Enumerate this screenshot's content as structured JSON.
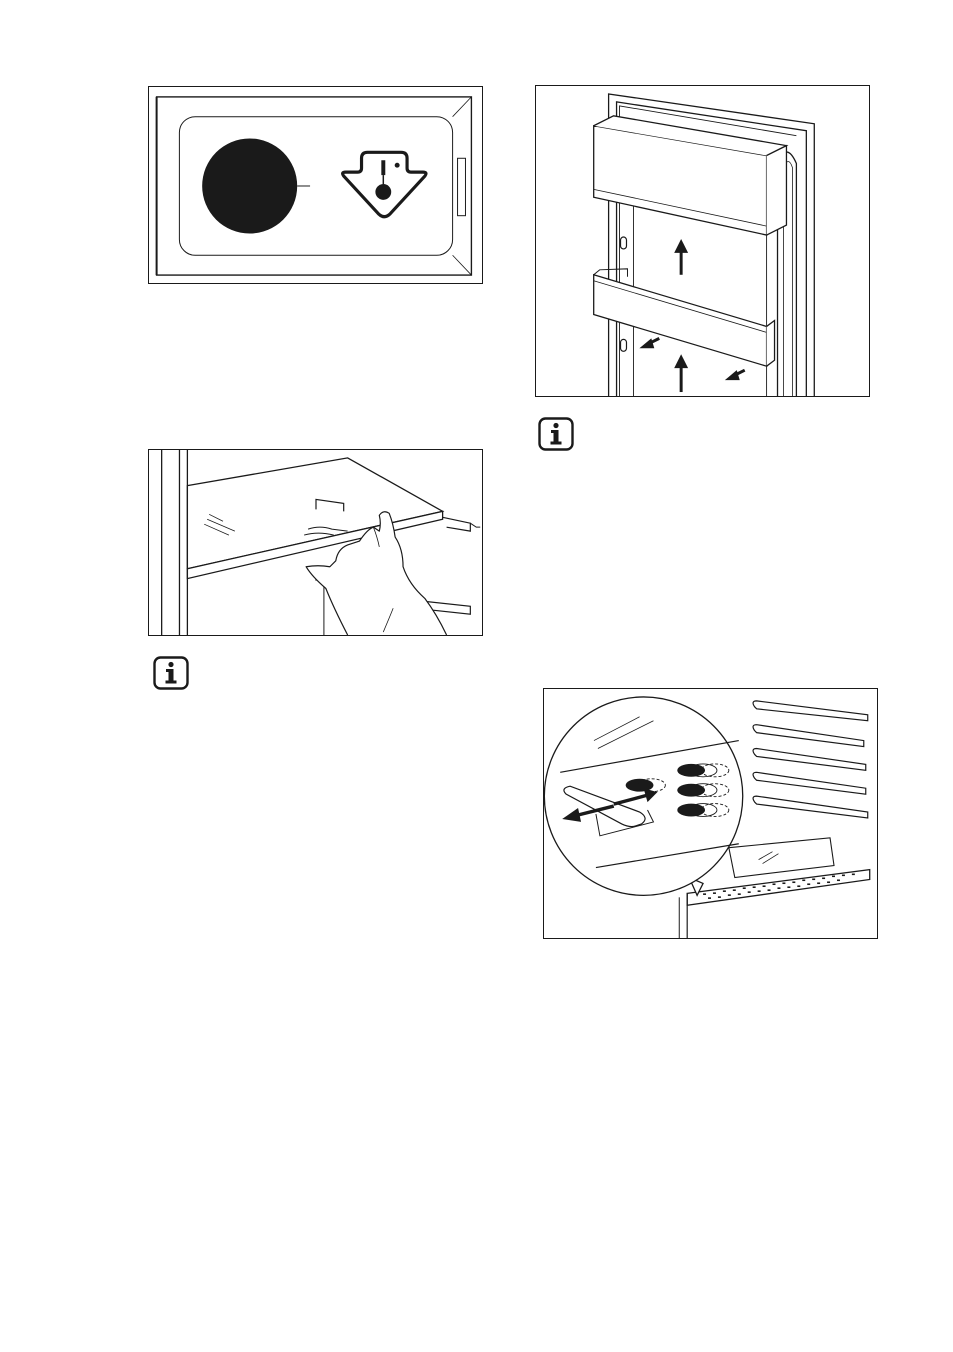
{
  "figures": [
    {
      "id": "thermostat",
      "depicts": "thermostat-knob-and-warning-symbol"
    },
    {
      "id": "door-shelves",
      "depicts": "door-balcony-repositioning"
    },
    {
      "id": "glass-shelf",
      "depicts": "glass-shelf-removal"
    },
    {
      "id": "air-flaps",
      "depicts": "adjustable-air-flaps"
    }
  ],
  "icons": {
    "info": "info-icon",
    "warning": "warning-symbol-icon"
  },
  "colors": {
    "ink": "#1a1a1a",
    "paper": "#ffffff"
  }
}
